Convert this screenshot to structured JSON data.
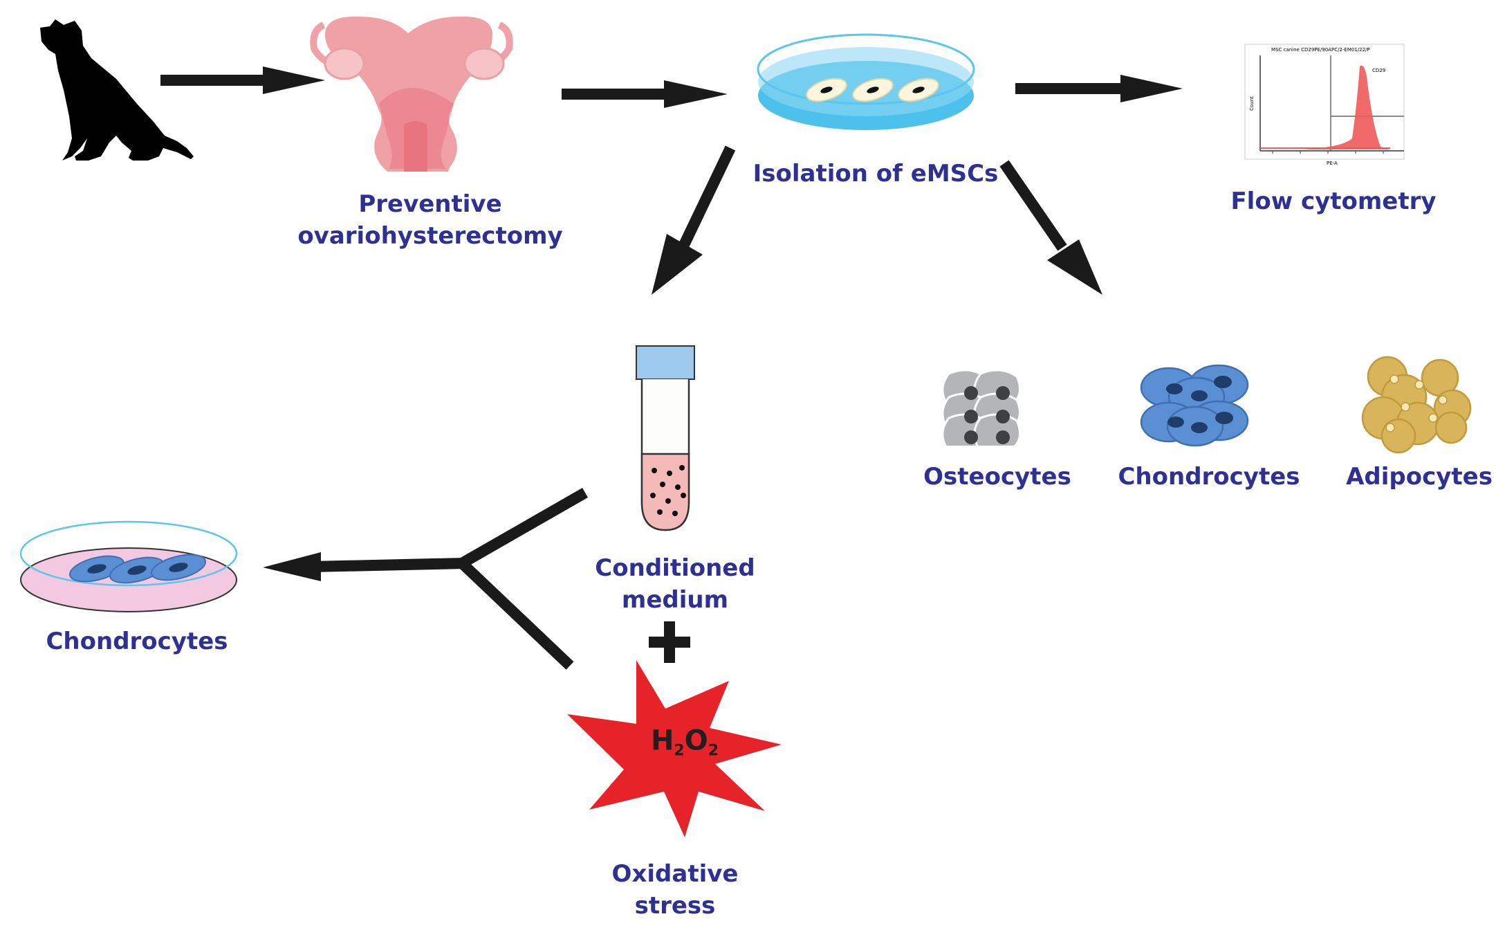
{
  "colors": {
    "label": "#2e3192",
    "arrow": "#1a1a1a",
    "uterus": "#f0a1a6",
    "uterus_dark": "#e8747f",
    "dish_blue": "#5bc5ee",
    "dish_pink": "#f2c9e1",
    "osteocyte": "#b3b5b7",
    "chondrocyte": "#5b8fd4",
    "adipocyte": "#d8b45a",
    "stress": "#e52329",
    "tube_cap": "#9ec9ef",
    "tube_medium": "#f4b9b9",
    "histogram": "#f05a5a"
  },
  "icons": {
    "dog": "dog-silhouette-icon",
    "uterus": "uterus-icon",
    "dish": "petri-dish-icon",
    "histogram": "flow-histogram-icon",
    "tube": "test-tube-icon",
    "stress": "starburst-icon"
  },
  "labels": {
    "ovario_line1": "Preventive",
    "ovario_line2": "ovariohysterectomy",
    "isolation": "Isolation of eMSCs",
    "flow": "Flow cytometry",
    "osteocytes": "Osteocytes",
    "chondrocytes_right": "Chondrocytes",
    "adipocytes": "Adipocytes",
    "conditioned_line1": "Conditioned",
    "conditioned_line2": "medium",
    "plus": "+",
    "oxidative_line1": "Oxidative",
    "oxidative_line2": "stress",
    "chondrocytes_left": "Chondrocytes"
  },
  "h2o2": {
    "h1": "H",
    "s1": "2",
    "o": "O",
    "s2": "2"
  },
  "histogram": {
    "title": "MSC canine CD29PE/90APC/2-EM01/22/P",
    "marker": "CD29",
    "ylabel": "Count",
    "xlabel": "PE-A"
  }
}
